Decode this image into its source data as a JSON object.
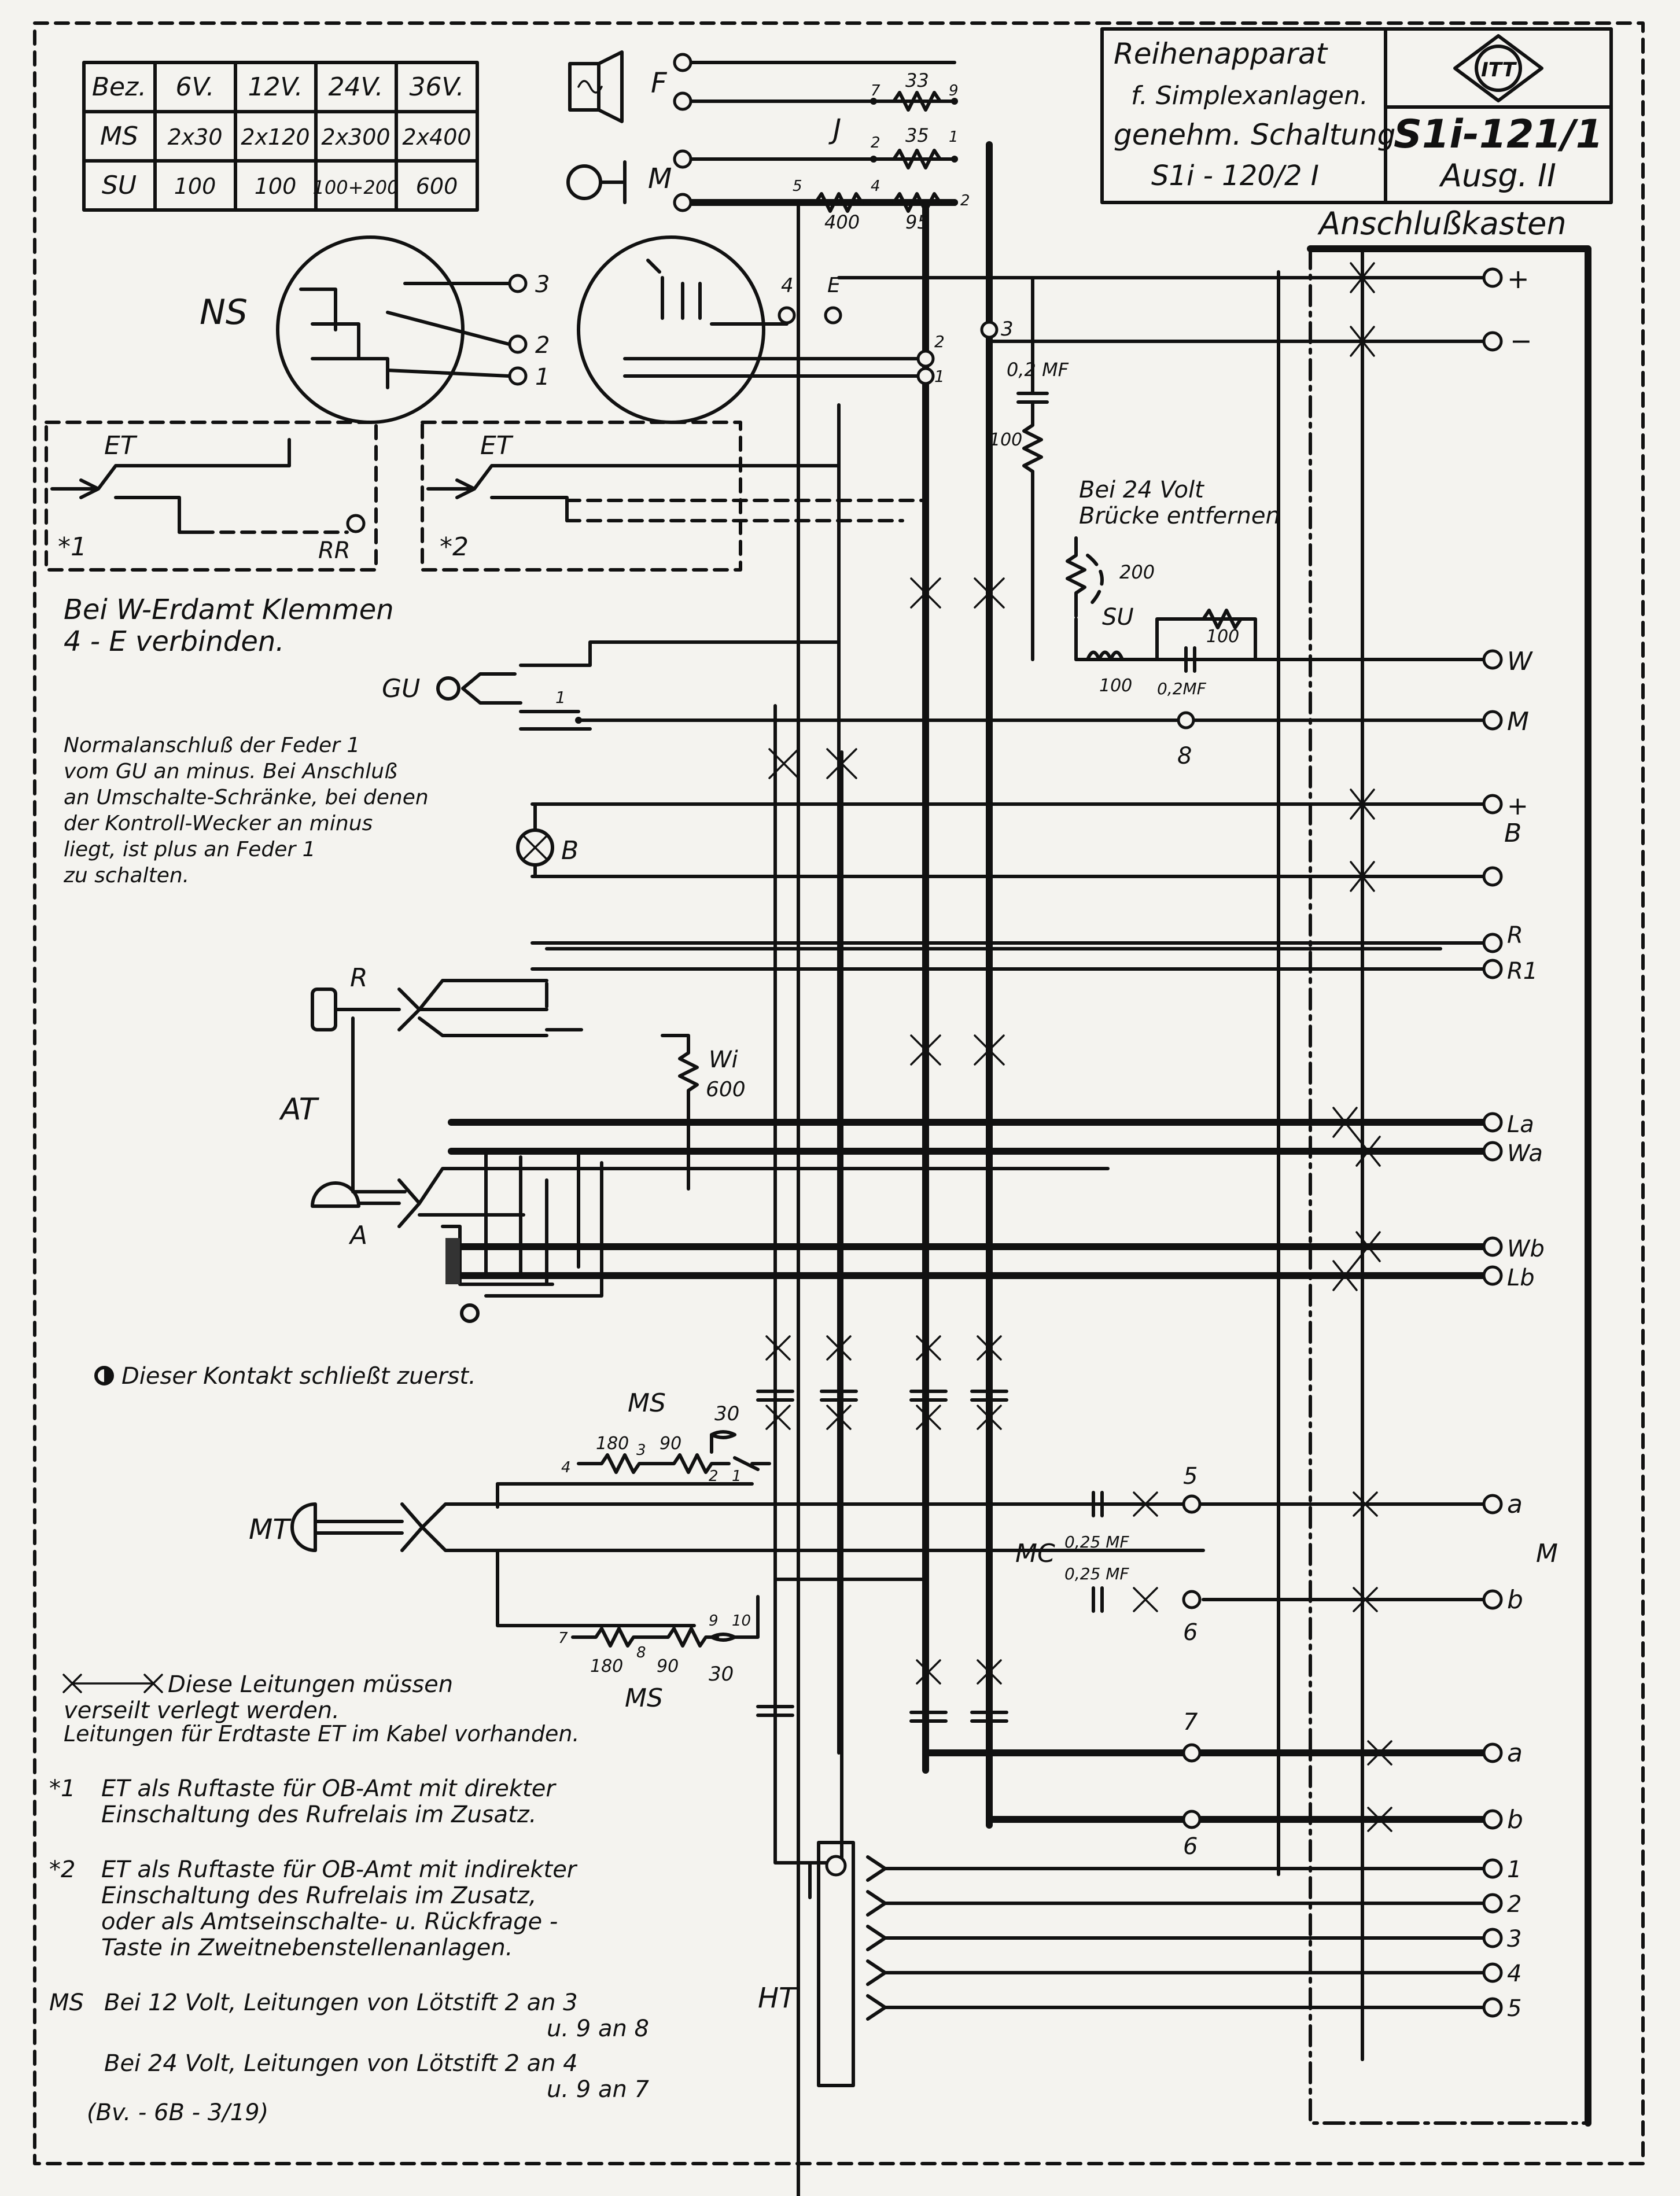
{
  "title_block": {
    "title_line1": "Reihenapparat",
    "title_line2": "f. Simplexanlagen.",
    "title_line3": "genehm. Schaltung",
    "title_line4": "S1i - 120/2 I",
    "drawing_no": "S1i-121/1",
    "edition": "Ausg. II",
    "logo_text": "ITT"
  },
  "voltage_table": {
    "headers": [
      "Bez.",
      "6V.",
      "12V.",
      "24V.",
      "36V."
    ],
    "rows": [
      [
        "MS",
        "2x30",
        "2x120",
        "2x300",
        "2x400"
      ],
      [
        "SU",
        "100",
        "100",
        "100+200",
        "600"
      ]
    ]
  },
  "junction_box": {
    "label": "Anschlußkasten",
    "terminals": [
      {
        "label": "+"
      },
      {
        "label": "−"
      },
      {
        "label": "W"
      },
      {
        "label": "M"
      },
      {
        "label": "+"
      },
      {
        "label": ""
      },
      {
        "label": "R"
      },
      {
        "label": "R1"
      },
      {
        "label": "La"
      },
      {
        "label": "Wa"
      },
      {
        "label": "Wb"
      },
      {
        "label": "Lb"
      },
      {
        "label": "a"
      },
      {
        "label": "b"
      },
      {
        "label": "a"
      },
      {
        "label": "b"
      },
      {
        "label": "1"
      },
      {
        "label": "2"
      },
      {
        "label": "3"
      },
      {
        "label": "4"
      },
      {
        "label": "5"
      }
    ],
    "group_labels": {
      "B": "B",
      "M": "M"
    }
  },
  "components": {
    "F": "F",
    "J": "J",
    "M": "M",
    "NS": "NS",
    "ET": "ET",
    "RR": "RR",
    "GU": "GU",
    "B": "B",
    "R": "R",
    "AT": "AT",
    "A": "A",
    "Wi": "Wi",
    "Wi_value": "600",
    "MS": "MS",
    "MT": "MT",
    "MC": "MC",
    "HT": "HT",
    "SU": "SU",
    "cap_02": "0,2 MF",
    "cap_025_a": "0,25 MF",
    "cap_025_b": "0,25 MF",
    "cap_SU": "0,2MF"
  },
  "resistors": {
    "r33": "33",
    "r35": "35",
    "r400": "400",
    "r95": "95",
    "r100": "100",
    "r200": "200",
    "r100_su": "100",
    "r100_su2": "100",
    "r180_top": "180",
    "r90_top": "90",
    "r30_top": "30",
    "r180_bot": "180",
    "r90_bot": "90",
    "r30_bot": "30"
  },
  "pin_labels": {
    "p7": "7",
    "p9": "9",
    "p2": "2",
    "p1": "1",
    "p5": "5",
    "p4": "4",
    "p2b": "2",
    "e": "E",
    "p4e": "4",
    "p3": "3",
    "p2c": "2",
    "p1c": "1",
    "p3ns": "3",
    "p2ns": "2",
    "p1ns": "1",
    "p8": "8",
    "p1gu": "1",
    "p5m": "5",
    "p6m": "6",
    "p7ht": "7",
    "p6ht": "6",
    "ms_4": "4",
    "ms_3": "3",
    "ms_2": "2",
    "ms_1": "1",
    "ms_7": "7",
    "ms_8": "8",
    "ms_9": "9",
    "ms_10": "10"
  },
  "notes": {
    "box1_marker": "*1",
    "box2_marker": "*2",
    "earth_note_line1": "Bei W-Erdamt Klemmen",
    "earth_note_line2": "4 - E verbinden.",
    "gu_note": [
      "Normalanschluß der Feder 1",
      "vom GU an minus. Bei Anschluß",
      "an Umschalte-Schränke, bei denen",
      "der Kontroll-Wecker an minus",
      "liegt, ist plus an Feder 1",
      "zu schalten."
    ],
    "su_note_line1": "Bei 24 Volt",
    "su_note_line2": "Brücke entfernen",
    "contact_note": "Dieser Kontakt schließt zuerst.",
    "twisted_note_line1": "Diese Leitungen müssen",
    "twisted_note_line2": "verseilt verlegt werden.",
    "twisted_note_line3": "Leitungen für Erdtaste ET im Kabel vorhanden.",
    "et1_marker": "*1",
    "et1_line1": "ET als Ruftaste für OB-Amt mit direkter",
    "et1_line2": "Einschaltung des Rufrelais im Zusatz.",
    "et2_marker": "*2",
    "et2_line1": "ET als Ruftaste für OB-Amt mit indirekter",
    "et2_line2": "Einschaltung des Rufrelais im Zusatz,",
    "et2_line3": "oder als Amtseinschalte- u. Rückfrage -",
    "et2_line4": "Taste in Zweitnebenstellenanlagen.",
    "ms_label": "MS",
    "ms12_line1": "Bei 12 Volt, Leitungen von Lötstift 2 an 3",
    "ms12_line2": "u. 9 an 8",
    "ms24_line1": "Bei 24 Volt, Leitungen von Lötstift 2 an 4",
    "ms24_line2": "u. 9 an 7",
    "ref": "(Bv. - 6B - 3/19)"
  }
}
